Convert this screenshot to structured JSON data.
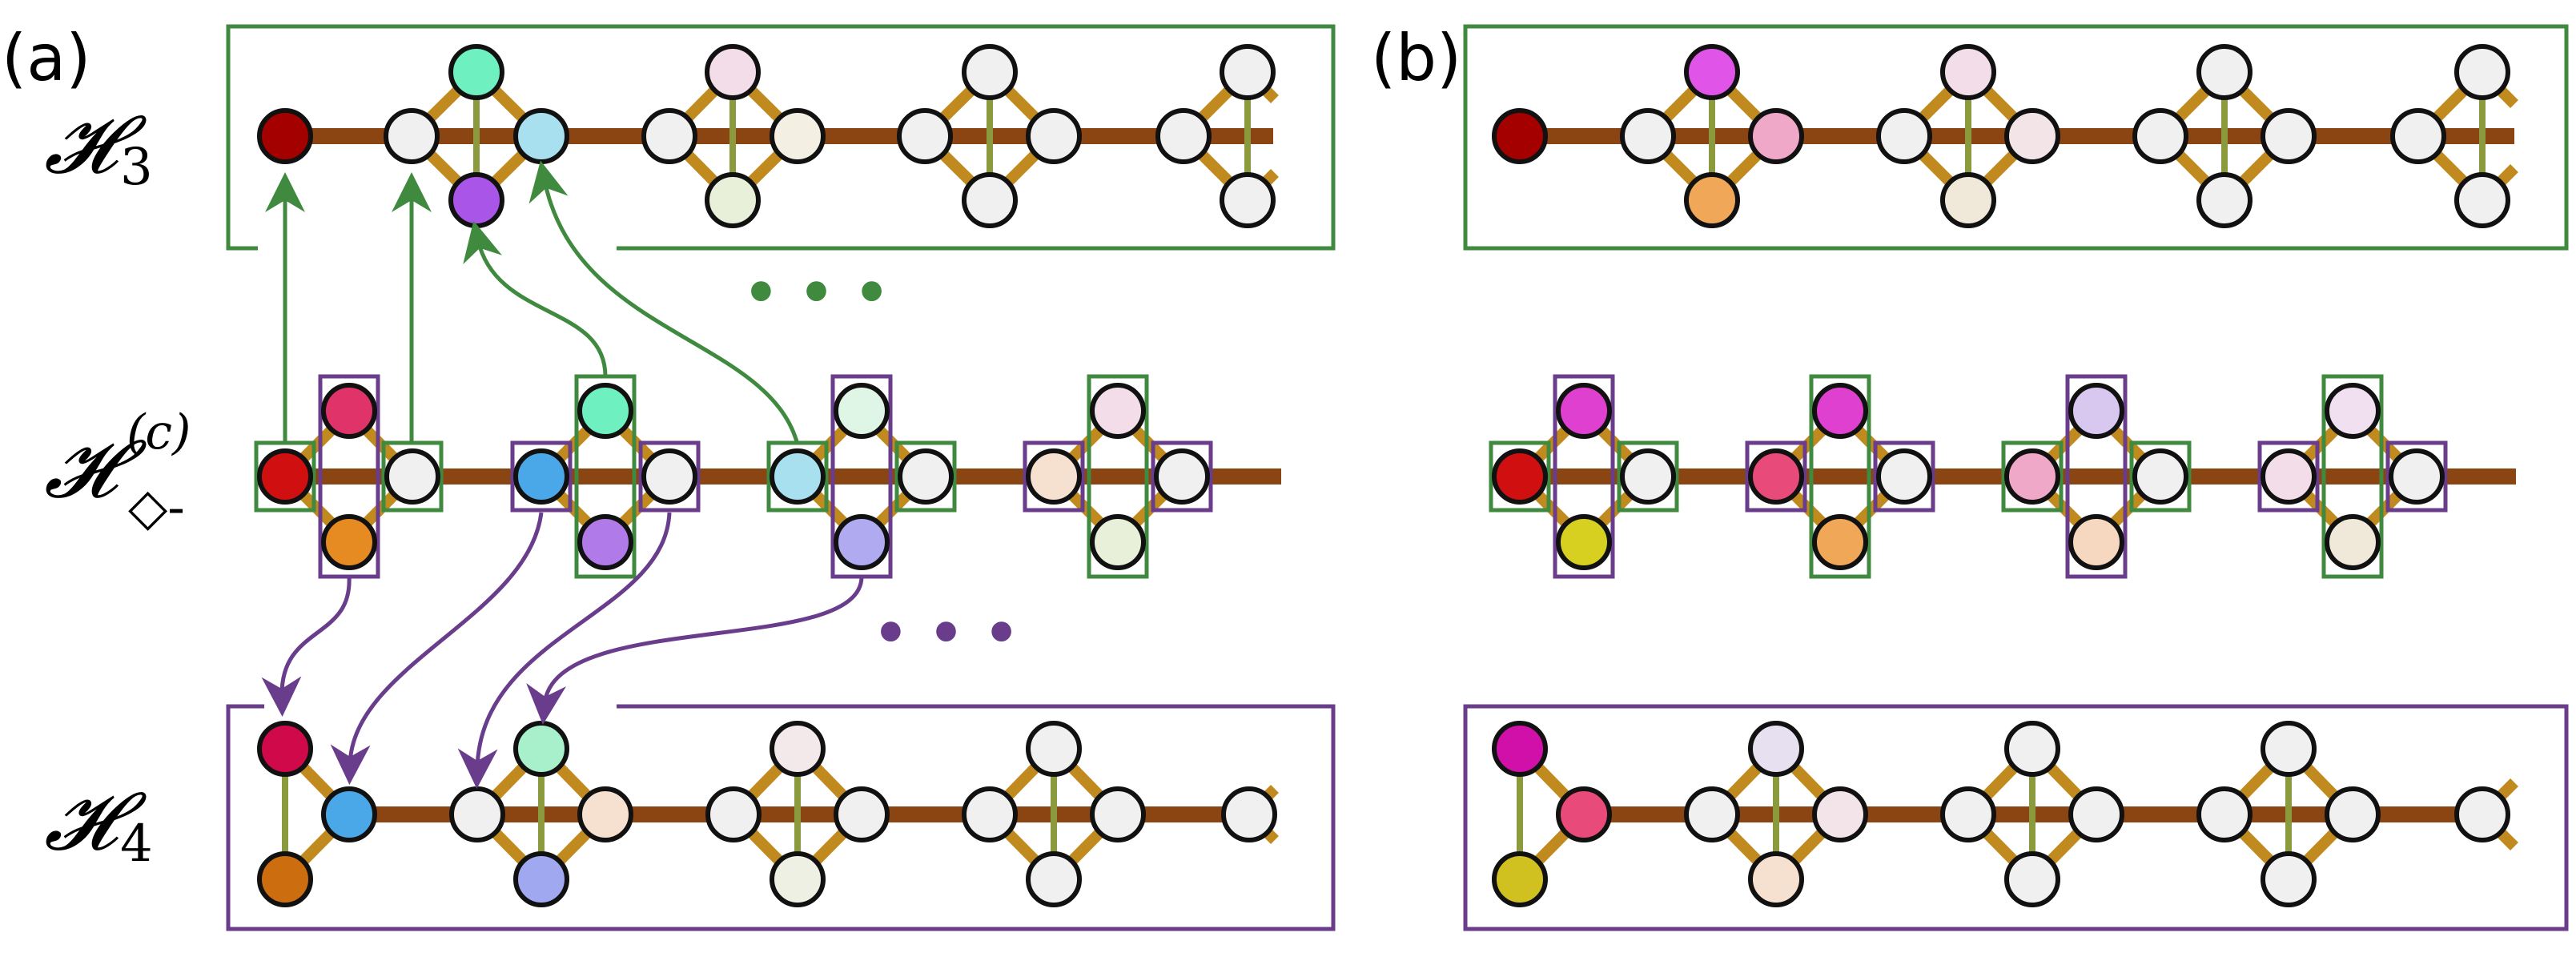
{
  "labels": {
    "panel_a": "(a)",
    "panel_b": "(b)",
    "row_top": {
      "main": "𝓗",
      "sub": "3"
    },
    "row_mid": {
      "main": "𝓗",
      "sup": "(c)",
      "sub": "◇-"
    },
    "row_bot": {
      "main": "𝓗",
      "sub": "4"
    },
    "ellipsis_green": "• • •",
    "ellipsis_purple": "• • •"
  },
  "colors": {
    "backbone": "#8b4513",
    "rung": "#c08a1e",
    "vertical": "#8a9a3c",
    "green": "#3f8a3f",
    "purple": "#6a3d8c",
    "node_stroke": "#111111",
    "white_node": "#f2f2f2"
  },
  "node_colors_a_top": [
    "#a50000",
    "#f0f0f0",
    "#6ff0c0",
    "#a855e8",
    "#a8e0f0",
    "#f0f0f0",
    "#f3dde8",
    "#e8f0da",
    "#f3efe2"
  ],
  "node_colors_a_mid": [
    "#d01010",
    "#e0336a",
    "#e68a22",
    "#f0f0f0",
    "#4aa8e8",
    "#6ff0c0",
    "#b07ae8",
    "#f0f0f0",
    "#a8e0f0",
    "#dff5e6",
    "#b0aaf0",
    "#f0f0f0",
    "#f6e0d0",
    "#f3dde8",
    "#e8f0da",
    "#f0f0f0"
  ],
  "node_colors_a_bot": [
    "#d00a4a",
    "#4aa8e8",
    "#cc6d10",
    "#a8f0cc",
    "#a0a8f0",
    "#f6e0d0",
    "#eeeeee",
    "#e8e8e8"
  ],
  "node_colors_b_top": [
    "#a50000",
    "#e055e8",
    "#f0a8c8",
    "#f0a858",
    "#f3dde8",
    "#f0e8d8",
    "#f3dde8"
  ],
  "node_colors_b_mid": [
    "#d01010",
    "#e040d0",
    "#d8d020",
    "#f0f0f0",
    "#e84a7a",
    "#e040d0",
    "#f0a858",
    "#f0f0f0",
    "#f0a8c8",
    "#d8c8f0",
    "#f6d8c0",
    "#f0f0f0",
    "#f3dde8",
    "#f0e0f0",
    "#f0e8d8",
    "#f0f0f0"
  ],
  "node_colors_b_bot": [
    "#d010a8",
    "#e84a7a",
    "#d0c020",
    "#e6e0f0",
    "#f6e0d0",
    "#f0f0f0"
  ]
}
